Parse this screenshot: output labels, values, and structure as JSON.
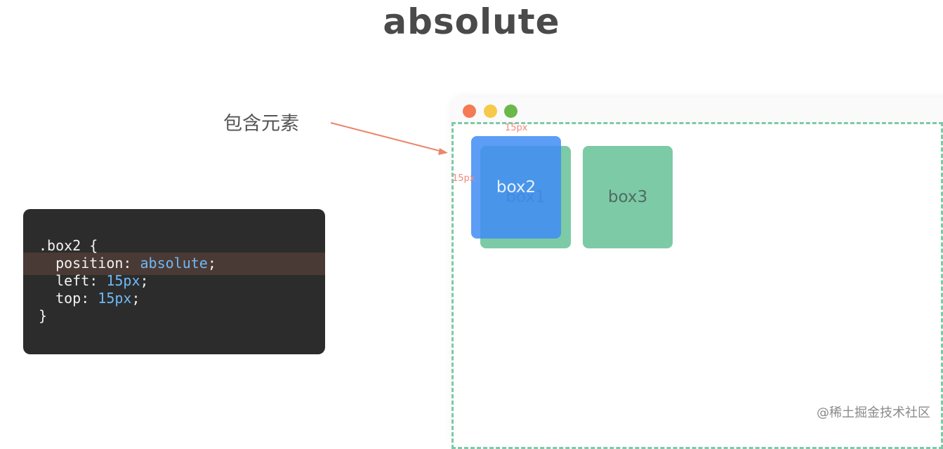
{
  "title": "absolute",
  "annotation": {
    "label": "包含元素",
    "arrow_color": "#e9876c"
  },
  "code": {
    "line1": ".box2 {",
    "line2_prop": "  position: ",
    "line2_val": "absolute",
    "line2_end": ";",
    "line3_prop": "  left: ",
    "line3_val": "15px",
    "line3_end": ";",
    "line4_prop": "  top: ",
    "line4_val": "15px",
    "line4_end": ";",
    "line5": "}"
  },
  "browser": {
    "window_dots": [
      "red-dot",
      "yellow-dot",
      "green-dot"
    ],
    "boxes": {
      "box1": "box1",
      "box2": "box2",
      "box3": "box3"
    },
    "offset_top_label": "15px",
    "offset_left_label": "15px"
  },
  "colors": {
    "box_green": "#7ccaa6",
    "box_blue": "#408cf5",
    "dashed_border": "#7ccaa6",
    "code_bg": "#2c2c2c",
    "code_value": "#6fb8f5"
  },
  "watermark": "@稀土掘金技术社区"
}
